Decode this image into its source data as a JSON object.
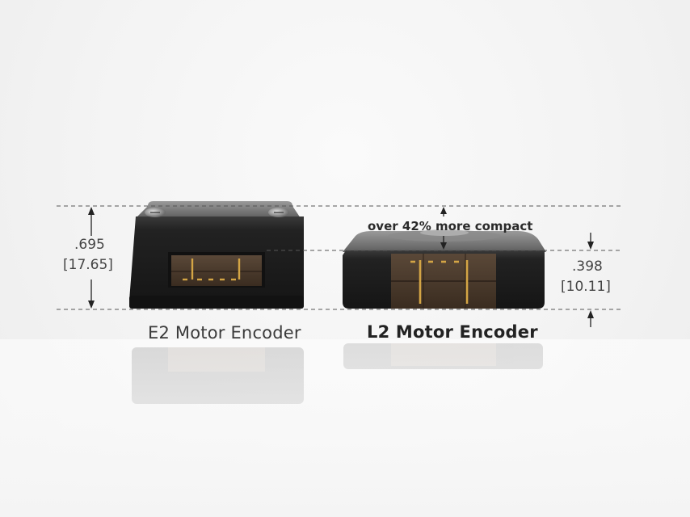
{
  "dimensions": {
    "e2_height_in": ".695",
    "e2_height_mm": "[17.65]",
    "l2_height_in": ".398",
    "l2_height_mm": "[10.11]"
  },
  "annotation": {
    "compact_note": "over 42% more compact"
  },
  "products": {
    "e2_name": "E2 Motor Encoder",
    "l2_name": "L2 Motor Encoder"
  },
  "colors": {
    "background": "#f4f4f4",
    "housing_black": "#1e1e1e",
    "connector_brown": "#4a3a2c",
    "pin_gold": "#c89a3a",
    "dashed_line": "#555555"
  }
}
